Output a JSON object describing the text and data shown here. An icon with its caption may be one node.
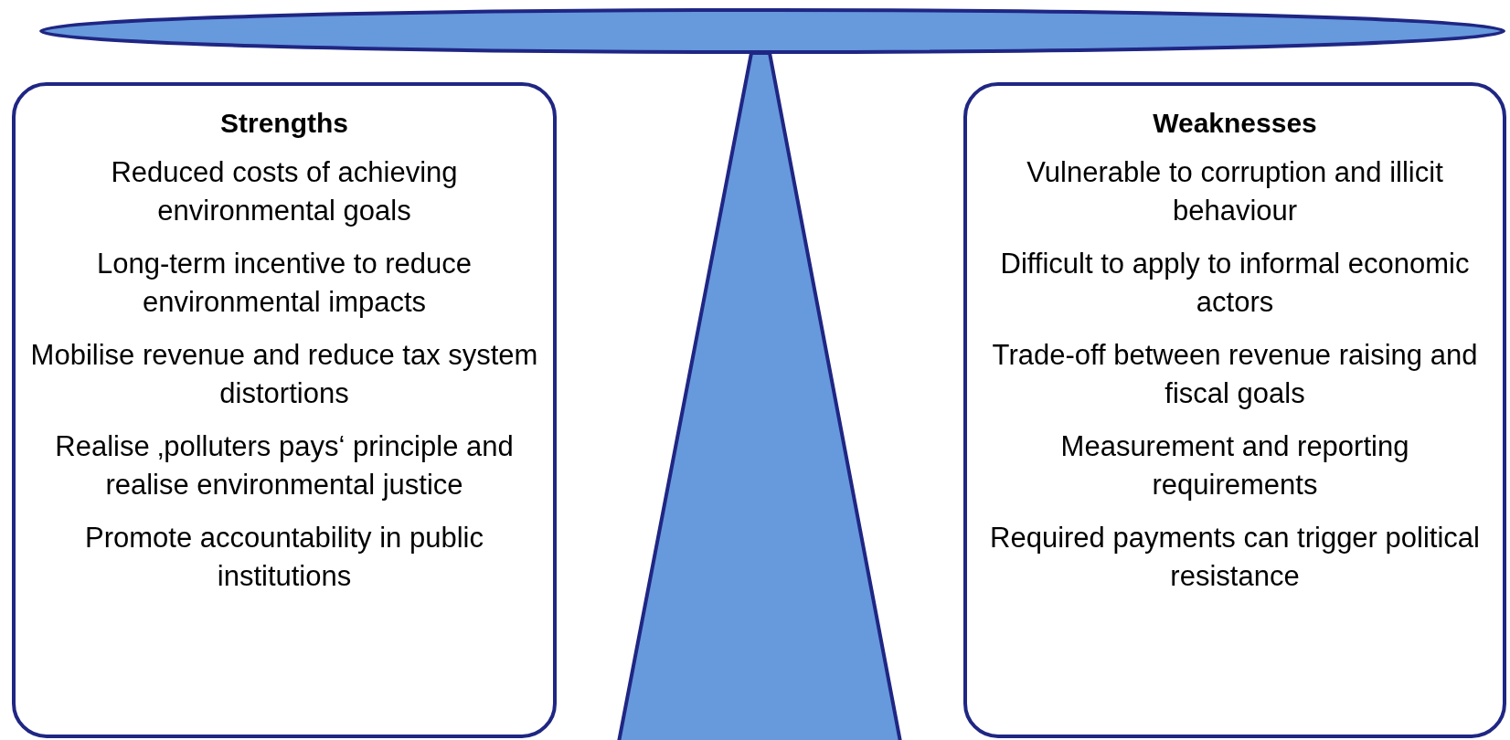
{
  "diagram": {
    "nodes": [
      {
        "text": [
          "Strengths",
          "Reduced costs of achieving environmental goals",
          "Long-term incentive to reduce environmental impacts",
          "Mobilise revenue and reduce tax system distortions",
          "Realise ‚polluters pays‘ principle and realise environmental justice",
          "Promote accountability in public institutions"
        ]
      },
      {
        "text": [
          "Weaknesses",
          "Vulnerable to corruption and illicit behaviour",
          "Difficult to apply to informal economic actors",
          "Trade-off between revenue raising and fiscal goals",
          "Measurement and reporting requirements",
          "Required payments can trigger political resistance"
        ]
      }
    ],
    "edges": []
  }
}
